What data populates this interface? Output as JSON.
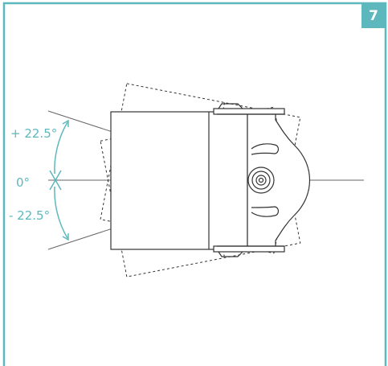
{
  "page": {
    "number": "7"
  },
  "angles": {
    "plus": "+ 22.5°",
    "zero": "0°",
    "minus": "- 22.5°"
  },
  "colors": {
    "accent": "#5cb8bd",
    "line": "#555555",
    "frame": "#5cb8bd"
  }
}
